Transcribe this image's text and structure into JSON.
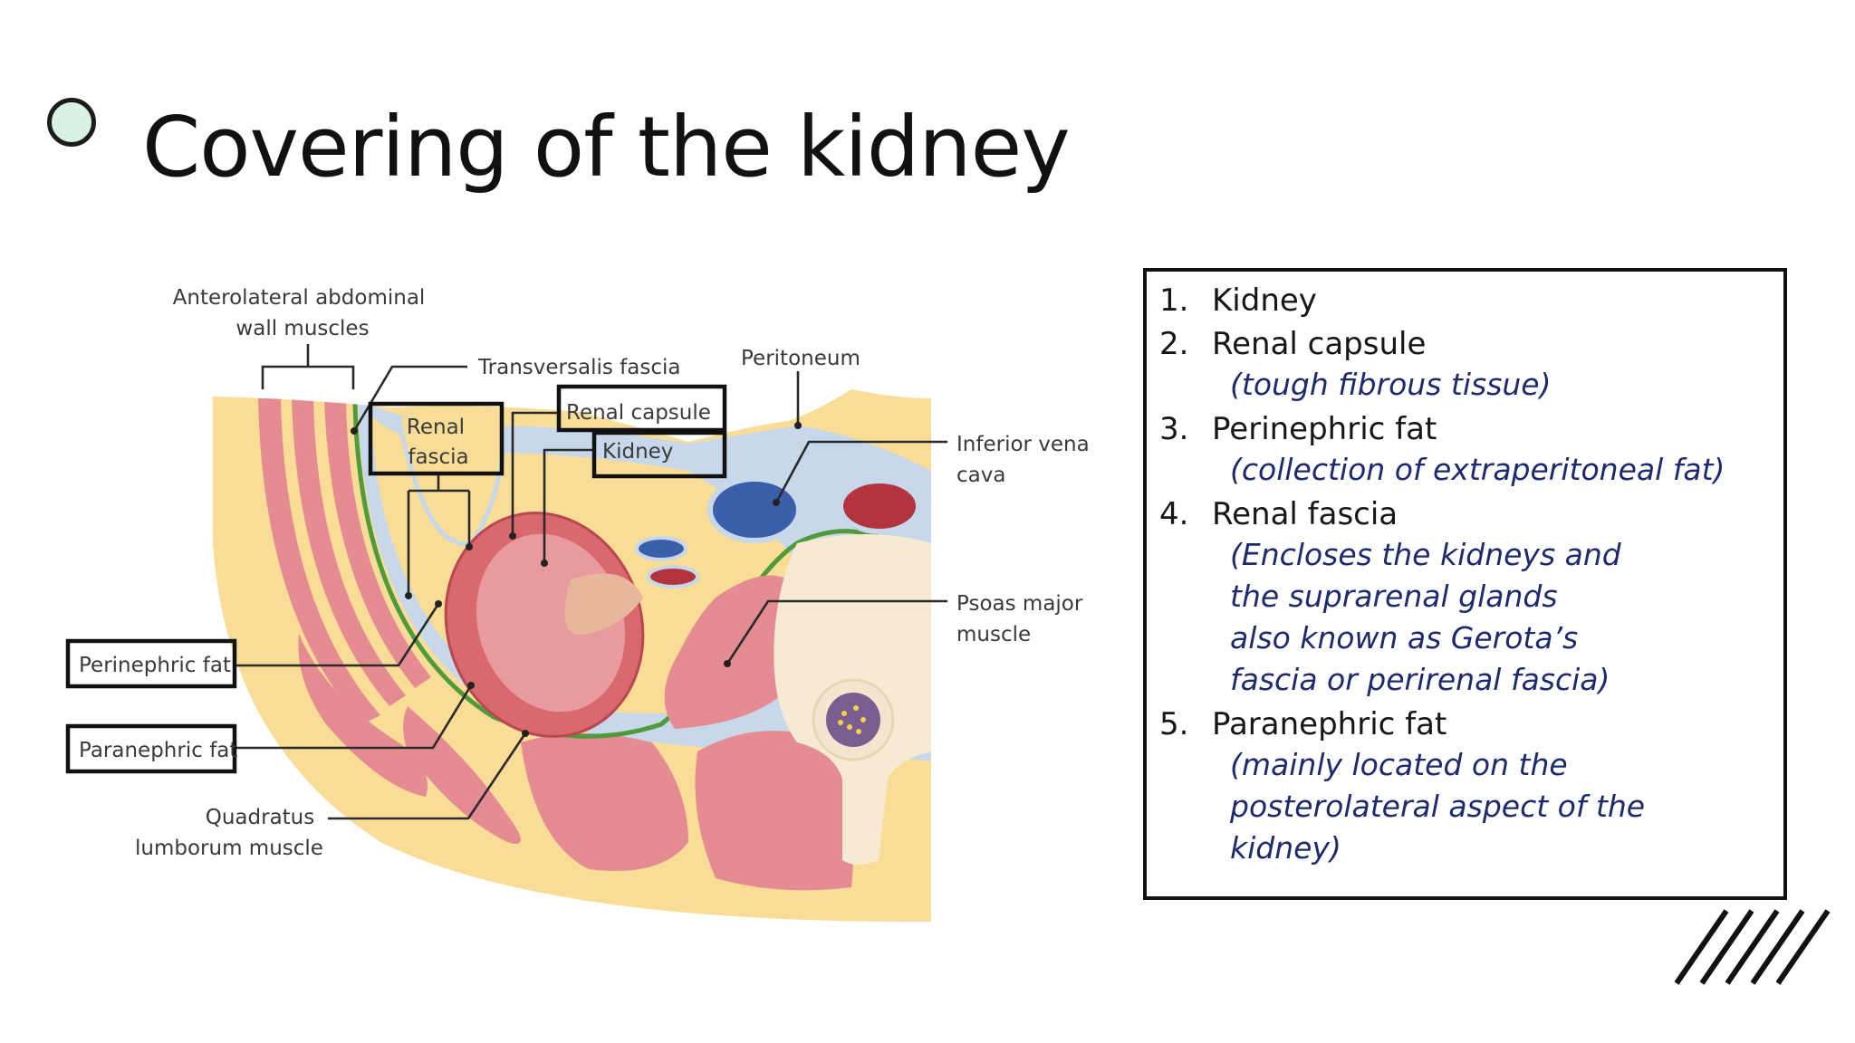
{
  "slide": {
    "title": "Covering of the kidney",
    "accent_color": "#d8f3e4",
    "bullet_icon": "circle-bullet-icon",
    "decoration_icon": "diagonal-slashes-icon"
  },
  "diagram": {
    "labels": {
      "wall_muscles_line1": "Anterolateral abdominal",
      "wall_muscles_line2": "wall muscles",
      "transversalis": "Transversalis fascia",
      "peritoneum": "Peritoneum",
      "renal_fascia_line1": "Renal",
      "renal_fascia_line2": "fascia",
      "renal_capsule": "Renal capsule",
      "kidney": "Kidney",
      "ivc_line1": "Inferior vena",
      "ivc_line2": "cava",
      "psoas_line1": "Psoas major",
      "psoas_line2": "muscle",
      "perinephric": "Perinephric fat",
      "paranephric": "Paranephric fat",
      "quadratus_line1": "Quadratus",
      "quadratus_line2": "lumborum muscle"
    },
    "colors": {
      "fat": "#f9dd96",
      "muscle": "#e58c93",
      "fascia": "#c6d8ea",
      "renal_fascia_line": "#4f9a3a",
      "kidney": "#d9696f",
      "vein": "#3a5fa8",
      "artery": "#b3333e",
      "bone": "#f6ead3"
    }
  },
  "legend": {
    "items": [
      {
        "num": "1.",
        "label": "Kidney",
        "notes": []
      },
      {
        "num": "2.",
        "label": "Renal capsule",
        "notes": [
          "(tough fibrous tissue)"
        ]
      },
      {
        "num": "3.",
        "label": "Perinephric fat",
        "notes": [
          "(collection of extraperitoneal fat)"
        ]
      },
      {
        "num": "4.",
        "label": "Renal fascia",
        "notes": [
          "(Encloses the kidneys and",
          "the suprarenal glands",
          "also known as Gerota’s",
          "fascia or perirenal fascia)"
        ]
      },
      {
        "num": "5.",
        "label": "Paranephric fat",
        "notes": [
          "(mainly located on the",
          "posterolateral aspect of the",
          "kidney)"
        ]
      }
    ]
  }
}
